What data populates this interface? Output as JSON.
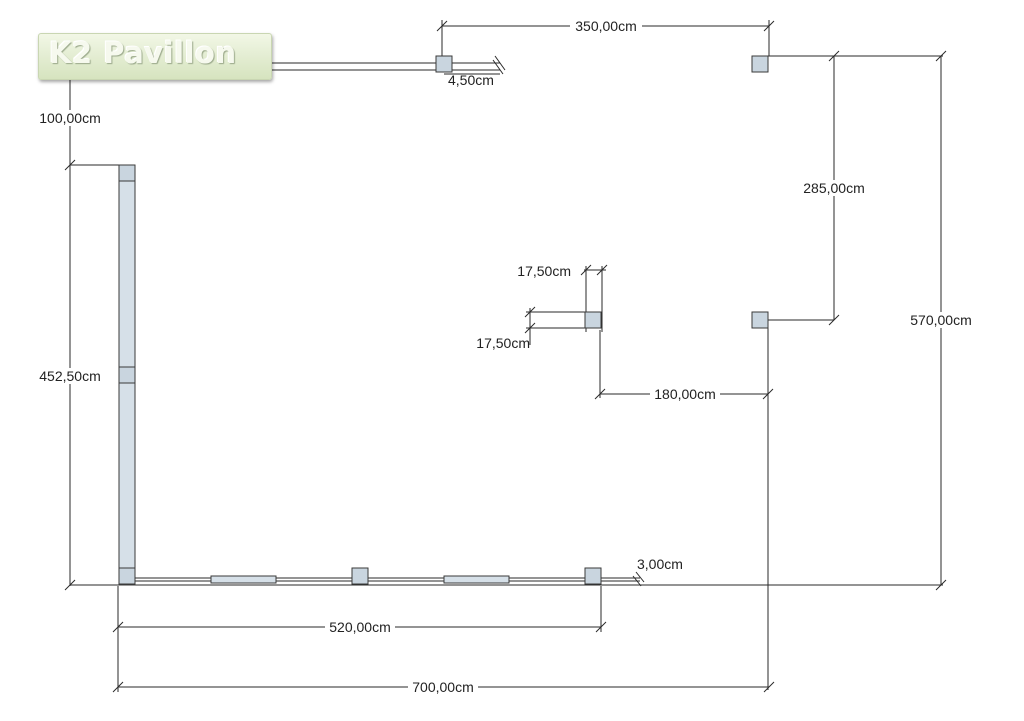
{
  "logo": {
    "text": "K2 Pavillon"
  },
  "dimensions": {
    "top_width": "350,00cm",
    "post_offset": "4,50cm",
    "left_gap": "100,00cm",
    "right_depth_short": "285,00cm",
    "post_size_top": "17,50cm",
    "post_size_side": "17,50cm",
    "center_span": "180,00cm",
    "left_depth": "452,50cm",
    "right_depth_total": "570,00cm",
    "rail_offset": "3,00cm",
    "front_width": "520,00cm",
    "total_width": "700,00cm"
  },
  "colors": {
    "line": "#2a2a2a",
    "post_fill": "#c9d5df",
    "post_stroke": "#3a3a3a",
    "wall_fill": "#d6e0e8"
  }
}
